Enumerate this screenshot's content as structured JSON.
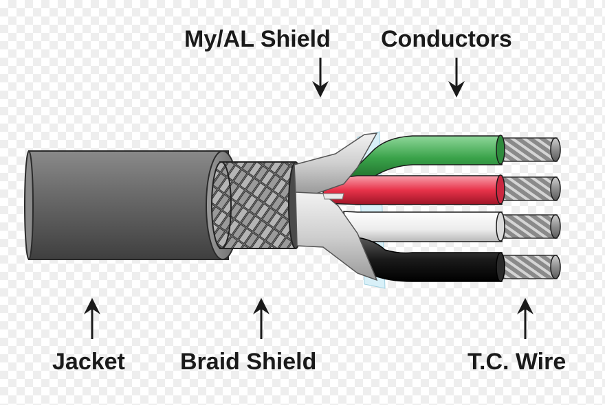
{
  "labels": {
    "my_al_shield": "My/AL Shield",
    "conductors": "Conductors",
    "jacket": "Jacket",
    "braid_shield": "Braid Shield",
    "tc_wire": "T.C. Wire"
  },
  "colors": {
    "jacket": "#6e6e6e",
    "braid": "#8a8a8a",
    "foil": "#d8d8d8",
    "conductor_green": "#3aa34a",
    "conductor_red": "#e8334a",
    "conductor_white": "#f2f2f2",
    "conductor_black": "#1a1a1a",
    "tinned_copper": "#9a9a9a",
    "arrow": "#1a1a1a"
  }
}
